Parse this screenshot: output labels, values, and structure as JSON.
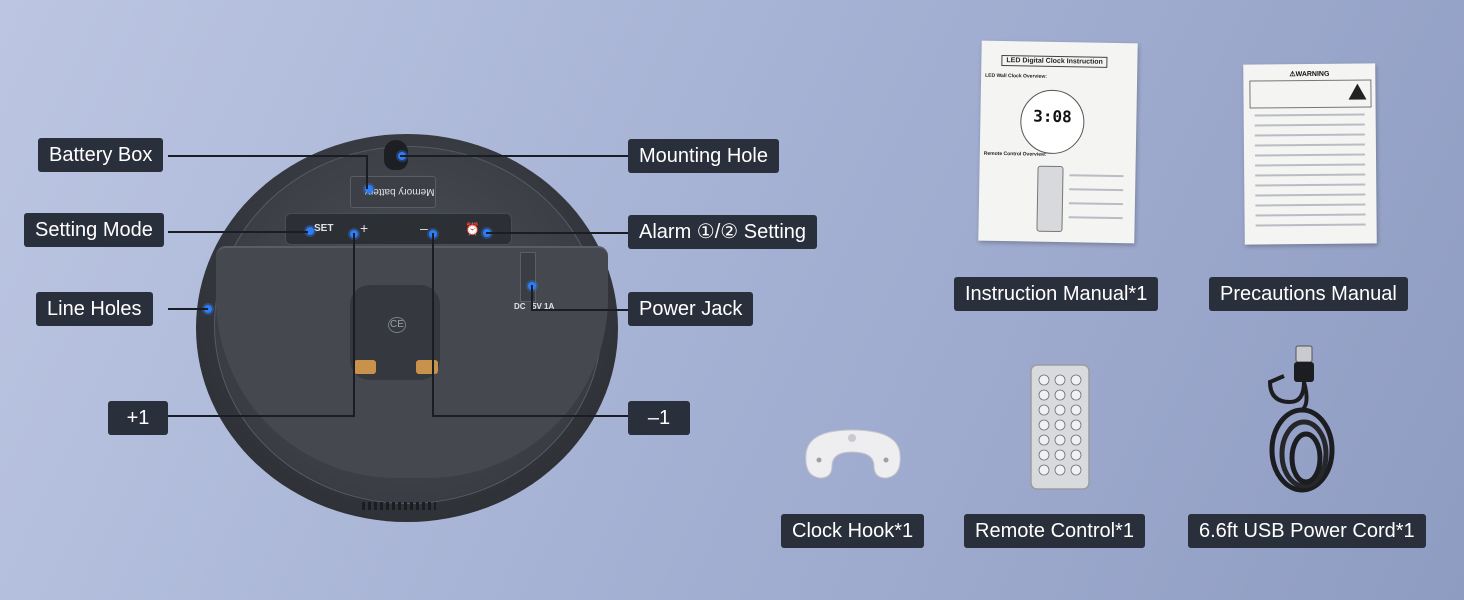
{
  "labels": {
    "battery_box": "Battery Box",
    "mounting_hole": "Mounting Hole",
    "setting_mode": "Setting Mode",
    "alarm_setting": "Alarm ①/② Setting",
    "line_holes": "Line Holes",
    "power_jack": "Power Jack",
    "plus_one": "+1",
    "minus_one": "–1"
  },
  "clock": {
    "battery_cover_text": "Memory battery",
    "set_button": "SET",
    "dc_text": "DC",
    "voltage_text": "5V 1A",
    "ce_mark": "CE"
  },
  "items": {
    "instruction_manual": "Instruction Manual*1",
    "precautions_manual": "Precautions Manual",
    "clock_hook": "Clock Hook*1",
    "remote_control": "Remote Control*1",
    "usb_cord": "6.6ft USB Power Cord*1"
  },
  "manual_docs": {
    "instruction_title": "LED Digital Clock Instruction",
    "instruction_section1": "LED Wall Clock Overview:",
    "instruction_section2": "Remote Control Overview:",
    "instruction_display": "3:08",
    "precautions_title": "⚠WARNING"
  },
  "colors": {
    "label_bg": "#2a2f3c",
    "accent_dot": "#2f7df6",
    "background": "#a7b3d5"
  }
}
